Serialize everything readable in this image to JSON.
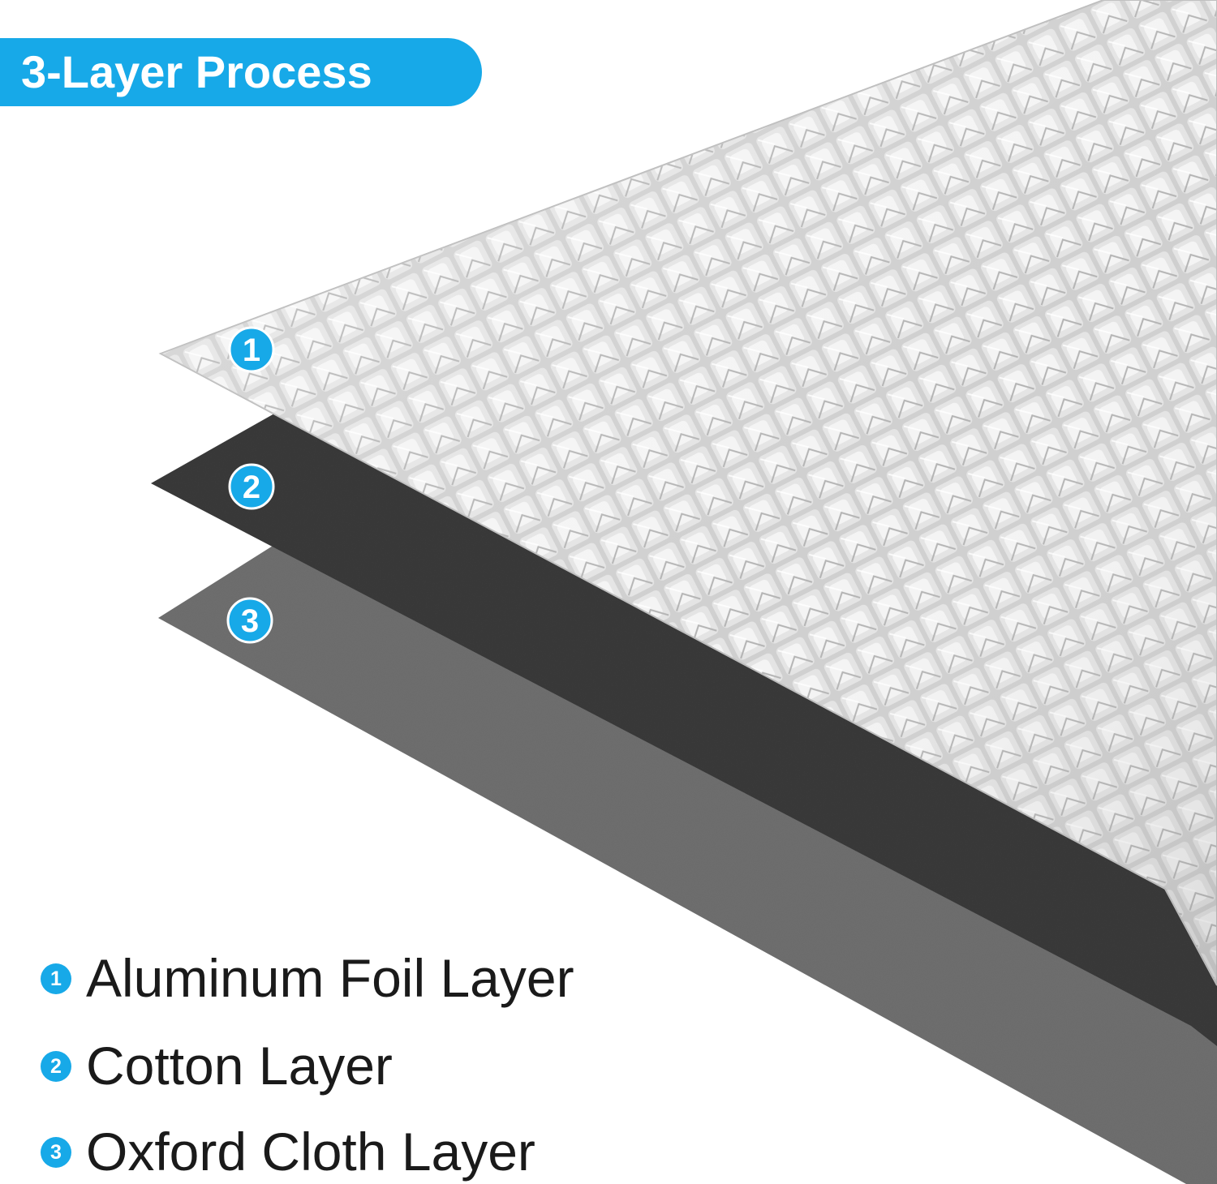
{
  "title": "3-Layer Process",
  "layers": [
    {
      "number": "1",
      "label": "Aluminum Foil Layer",
      "color": "#c6c6c6"
    },
    {
      "number": "2",
      "label": "Cotton Layer",
      "color": "#3a3a3a"
    },
    {
      "number": "3",
      "label": "Oxford Cloth Layer",
      "color": "#6f6f6f"
    }
  ],
  "accent_color": "#17a9e8"
}
